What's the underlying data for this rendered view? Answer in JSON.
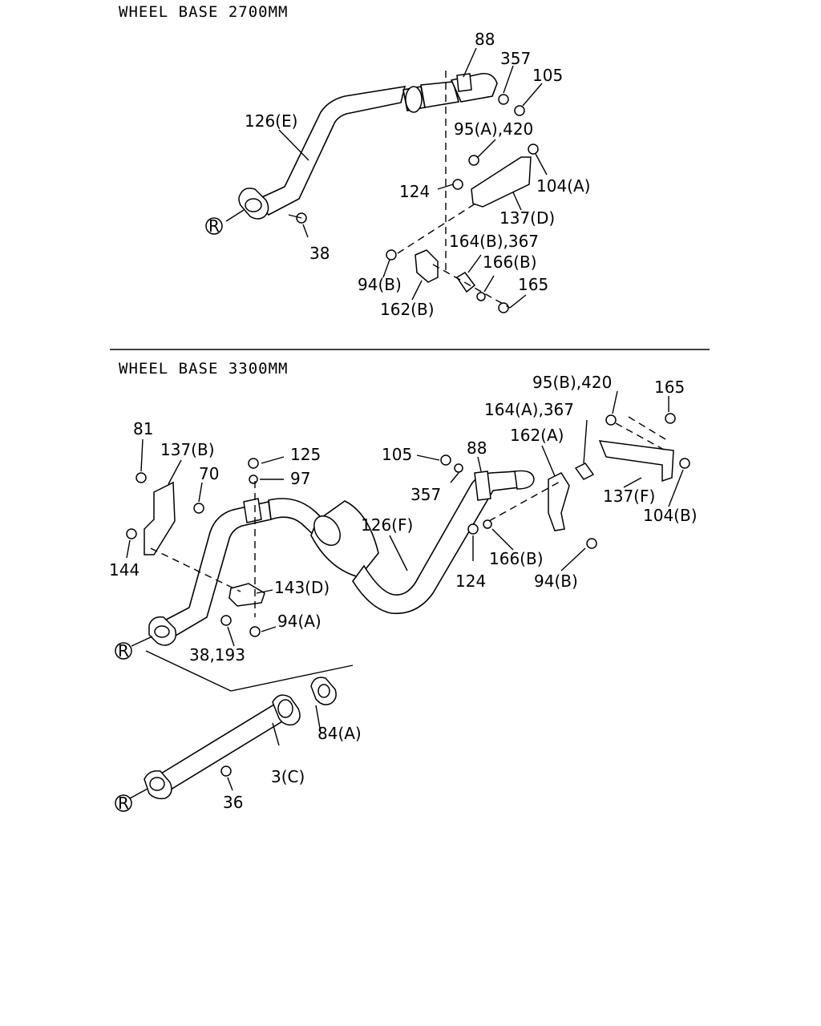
{
  "sections": [
    {
      "title": "WHEEL BASE 2700MM",
      "callouts": [
        "88",
        "357",
        "105",
        "126(E)",
        "95(A),420",
        "104(A)",
        "124",
        "137(D)",
        "38",
        "164(B),367",
        "166(B)",
        "94(B)",
        "165",
        "162(B)"
      ],
      "ref_mark": "R"
    },
    {
      "title": "WHEEL BASE 3300MM",
      "callouts": [
        "95(B),420",
        "165",
        "164(A),367",
        "81",
        "137(B)",
        "125",
        "162(A)",
        "105",
        "88",
        "70",
        "97",
        "357",
        "137(F)",
        "126(F)",
        "104(B)",
        "144",
        "166(B)",
        "124",
        "94(B)",
        "143(D)",
        "94(A)",
        "38,193",
        "84(A)",
        "3(C)",
        "36"
      ],
      "ref_mark": "R"
    }
  ]
}
